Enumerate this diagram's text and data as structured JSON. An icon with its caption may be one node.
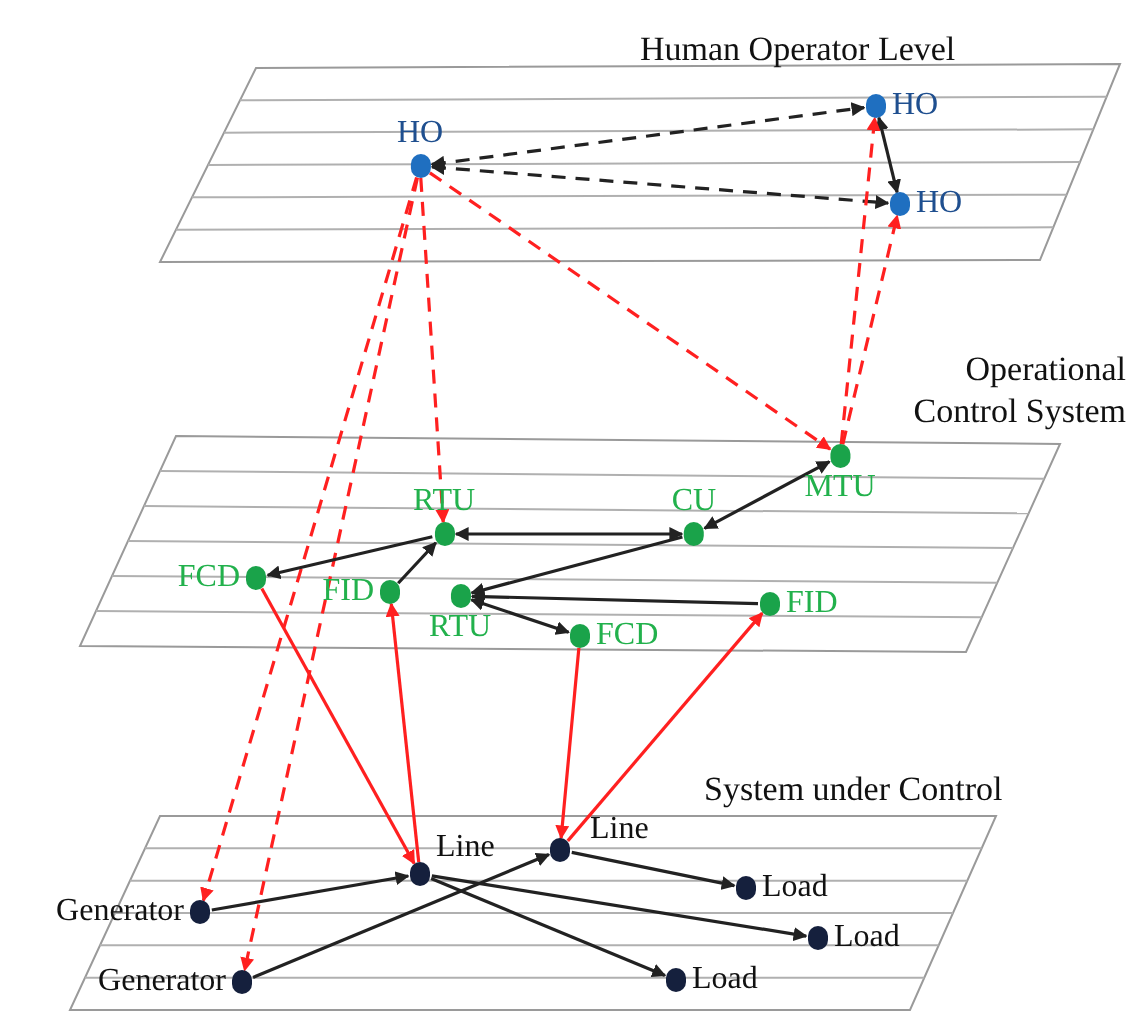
{
  "diagram": {
    "nodes": [
      {
        "text": [
          "Human Operator Level"
        ]
      },
      {
        "text": [
          "HO"
        ],
        "in": 0
      },
      {
        "text": [
          "HO"
        ],
        "in": 0
      },
      {
        "text": [
          "HO"
        ],
        "in": 0
      },
      {
        "text": [
          "Operational Control System"
        ]
      },
      {
        "text": [
          "RTU"
        ],
        "in": 4
      },
      {
        "text": [
          "CU"
        ],
        "in": 4
      },
      {
        "text": [
          "MTU"
        ],
        "in": 4
      },
      {
        "text": [
          "FCD"
        ],
        "in": 4
      },
      {
        "text": [
          "FID"
        ],
        "in": 4
      },
      {
        "text": [
          "RTU"
        ],
        "in": 4
      },
      {
        "text": [
          "FID"
        ],
        "in": 4
      },
      {
        "text": [
          "FCD"
        ],
        "in": 4
      },
      {
        "text": [
          "System under Control"
        ]
      },
      {
        "text": [
          "Generator"
        ],
        "in": 13
      },
      {
        "text": [
          "Generator"
        ],
        "in": 13
      },
      {
        "text": [
          "Line"
        ],
        "in": 13
      },
      {
        "text": [
          "Line"
        ],
        "in": 13
      },
      {
        "text": [
          "Load"
        ],
        "in": 13
      },
      {
        "text": [
          "Load"
        ],
        "in": 13
      },
      {
        "text": [
          "Load"
        ],
        "in": 13
      }
    ],
    "edges": [
      {
        "from": 1,
        "to": 2,
        "arrow": "both",
        "style": "dashed"
      },
      {
        "from": 1,
        "to": 3,
        "arrow": "both",
        "style": "dashed"
      },
      {
        "from": 2,
        "to": 3,
        "arrow": "both"
      },
      {
        "from": 1,
        "to": 14,
        "arrow": "to",
        "style": "dashed",
        "color": "#ff2020"
      },
      {
        "from": 1,
        "to": 15,
        "arrow": "to",
        "style": "dashed",
        "color": "#ff2020"
      },
      {
        "from": 1,
        "to": 5,
        "arrow": "to",
        "style": "dashed",
        "color": "#ff2020"
      },
      {
        "from": 1,
        "to": 7,
        "arrow": "to",
        "style": "dashed",
        "color": "#ff2020"
      },
      {
        "from": 7,
        "to": 2,
        "arrow": "to",
        "style": "dashed",
        "color": "#ff2020"
      },
      {
        "from": 7,
        "to": 3,
        "arrow": "to",
        "style": "dashed",
        "color": "#ff2020"
      },
      {
        "from": 7,
        "to": 6,
        "arrow": "both"
      },
      {
        "from": 6,
        "to": 5,
        "arrow": "both"
      },
      {
        "from": 5,
        "to": 8,
        "arrow": "to"
      },
      {
        "from": 9,
        "to": 5,
        "arrow": "to"
      },
      {
        "from": 6,
        "to": 10,
        "arrow": "to"
      },
      {
        "from": 11,
        "to": 10,
        "arrow": "to"
      },
      {
        "from": 10,
        "to": 12,
        "arrow": "both"
      },
      {
        "from": 8,
        "to": 16,
        "arrow": "to",
        "color": "#ff2020"
      },
      {
        "from": 16,
        "to": 9,
        "arrow": "to",
        "color": "#ff2020"
      },
      {
        "from": 12,
        "to": 17,
        "arrow": "to",
        "color": "#ff2020"
      },
      {
        "from": 17,
        "to": 11,
        "arrow": "to",
        "color": "#ff2020"
      },
      {
        "from": 14,
        "to": 16,
        "arrow": "to"
      },
      {
        "from": 15,
        "to": 17,
        "arrow": "to"
      },
      {
        "from": 16,
        "to": 19,
        "arrow": "to"
      },
      {
        "from": 16,
        "to": 20,
        "arrow": "to"
      },
      {
        "from": 17,
        "to": 18,
        "arrow": "to"
      }
    ]
  }
}
